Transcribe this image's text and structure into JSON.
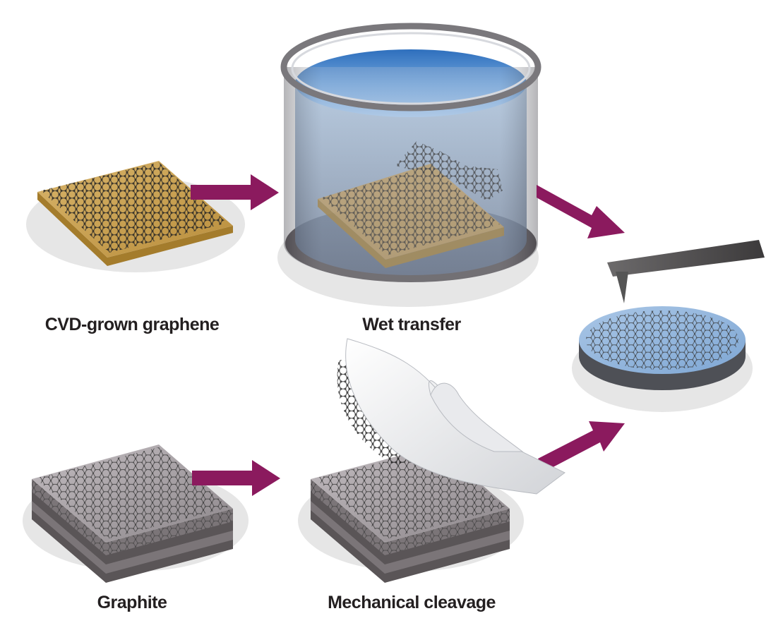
{
  "labels": {
    "cvd": "CVD-grown graphene",
    "wet": "Wet transfer",
    "graphite": "Graphite",
    "mechanical": "Mechanical cleavage"
  },
  "colors": {
    "arrow": "#8b1a5e",
    "gold_top": "#c9a14e",
    "gold_side": "#a47c2c",
    "water": "#3f7fc8",
    "lattice": "#2b2b2b",
    "graphite_top": "#9d9699",
    "substrate": "#5a5d63",
    "shadow": "#e8e8e8"
  },
  "icons": {
    "arrow": "arrow-right-icon",
    "tip": "afm-cantilever-icon"
  }
}
